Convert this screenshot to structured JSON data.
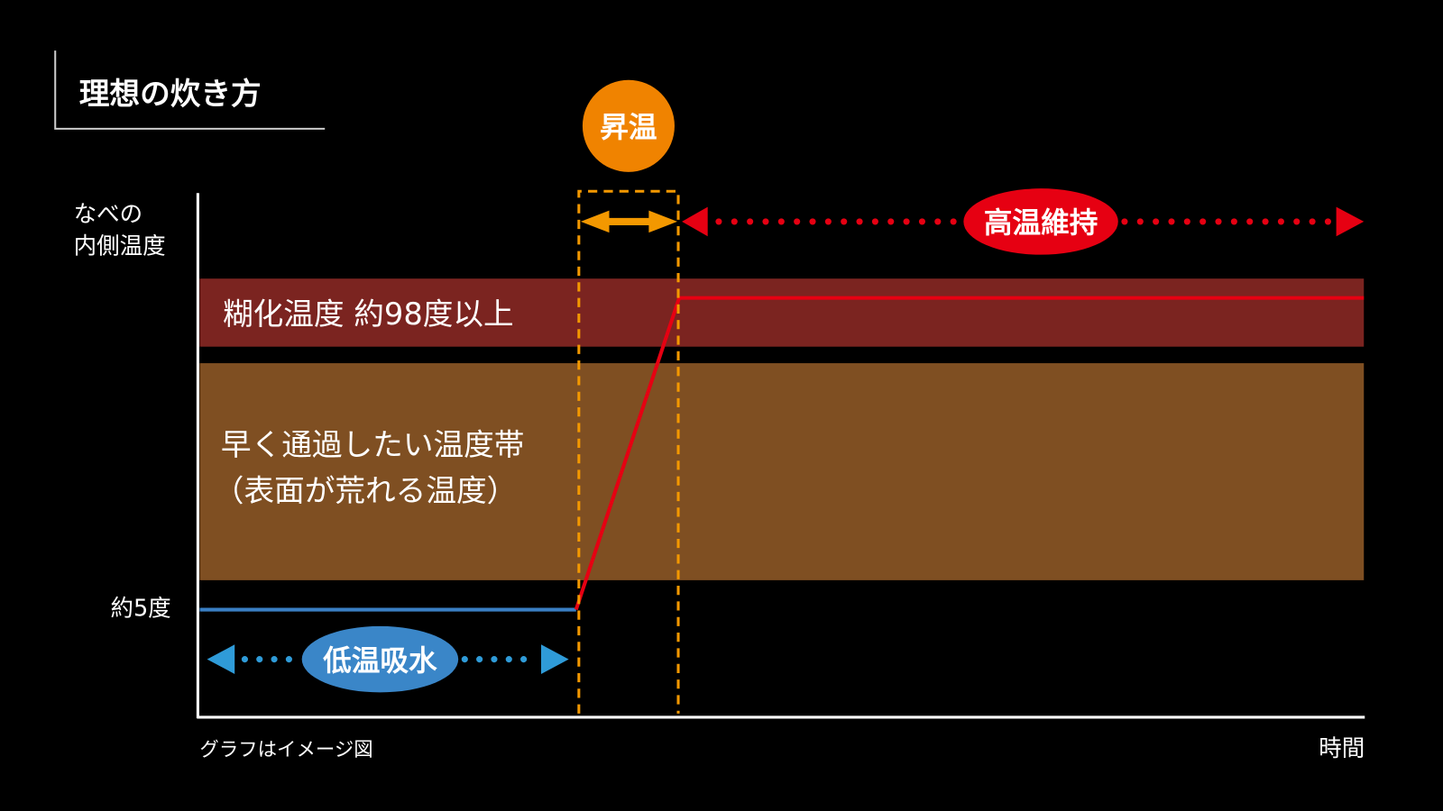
{
  "title": "理想の炊き方",
  "y_axis_label_line1": "なべの",
  "y_axis_label_line2": "内側温度",
  "y_tick_low": "約5度",
  "x_axis_label": "時間",
  "note": "グラフはイメージ図",
  "bands": {
    "gelatinization": "糊化温度 約98度以上",
    "pass_quickly_line1": "早く通過したい温度帯",
    "pass_quickly_line2": "（表面が荒れる温度）"
  },
  "phases": {
    "soak": "低温吸水",
    "heat_up": "昇温",
    "hold_high": "高温維持"
  },
  "colors": {
    "background": "#000000",
    "gelatinization_band": "#7b2420",
    "pass_band": "#7f4f22",
    "temperature_line": "#e60012",
    "low_line": "#3a7fc4",
    "soak_blue": "#2f9bd8",
    "heat_orange": "#f39800",
    "hold_red": "#e60012"
  }
}
